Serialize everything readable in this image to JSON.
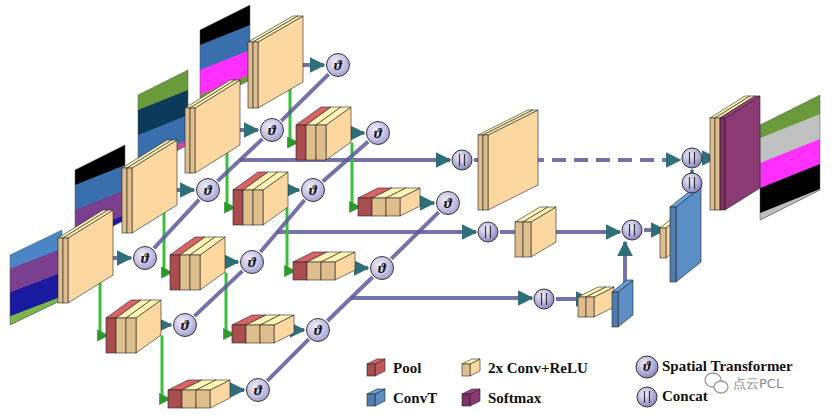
{
  "diagram": {
    "nodes": [
      {
        "text": [
          "ϑ"
        ]
      },
      {
        "text": [
          "ϑ"
        ]
      },
      {
        "text": [
          "ϑ"
        ]
      },
      {
        "text": [
          "ϑ"
        ]
      },
      {
        "text": [
          "ϑ"
        ]
      },
      {
        "text": [
          "ϑ"
        ]
      },
      {
        "text": [
          "ϑ"
        ]
      },
      {
        "text": [
          "ϑ"
        ]
      },
      {
        "text": [
          "ϑ"
        ]
      },
      {
        "text": [
          "ϑ"
        ]
      },
      {
        "text": [
          "ϑ"
        ]
      },
      {
        "text": [
          "ϑ"
        ]
      }
    ],
    "edges": [
      {
        "from": 6,
        "to": 3,
        "arrow": "none"
      },
      {
        "from": 3,
        "to": 1,
        "arrow": "none"
      },
      {
        "from": 1,
        "to": 0,
        "arrow": "none"
      },
      {
        "from": 9,
        "to": 7,
        "arrow": "none"
      },
      {
        "from": 7,
        "to": 4,
        "arrow": "none"
      },
      {
        "from": 4,
        "to": 2,
        "arrow": "none"
      },
      {
        "from": 11,
        "to": 10,
        "arrow": "none"
      },
      {
        "from": 10,
        "to": 8,
        "arrow": "none"
      },
      {
        "from": 8,
        "to": 5,
        "arrow": "none"
      }
    ],
    "labels": [
      "ϑ",
      "点云PCL"
    ],
    "legend": [
      {
        "text": "Pool",
        "color": "#c0575a"
      },
      {
        "text": "2x Conv+ReLU",
        "color": "#fcd7a0"
      },
      {
        "text": "Spatial Transformer"
      },
      {
        "text": "ConvT",
        "color": "#5b8ec4"
      },
      {
        "text": "Softmax",
        "color": "#8b3a74"
      },
      {
        "text": "Concat"
      }
    ]
  }
}
